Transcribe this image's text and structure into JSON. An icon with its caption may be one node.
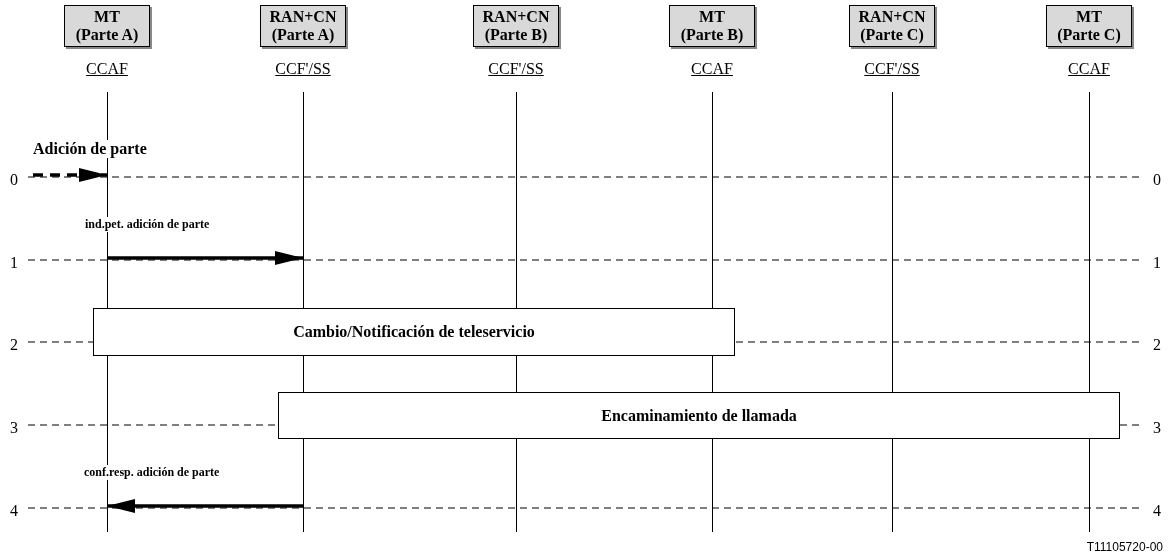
{
  "diagram": {
    "nodes": [
      {
        "text": [
          "MT (Parte A)"
        ],
        "beside": [
          "CCAF"
        ]
      },
      {
        "text": [
          "RAN+CN (Parte A)"
        ],
        "beside": [
          "CCF'/SS"
        ]
      },
      {
        "text": [
          "RAN+CN (Parte B)"
        ],
        "beside": [
          "CCF'/SS"
        ]
      },
      {
        "text": [
          "MT (Parte B)"
        ],
        "beside": [
          "CCAF"
        ]
      },
      {
        "text": [
          "RAN+CN (Parte C)"
        ],
        "beside": [
          "CCF'/SS"
        ]
      },
      {
        "text": [
          "MT (Parte C)"
        ],
        "beside": [
          "CCAF"
        ]
      },
      {
        "text": [],
        "shape": "line"
      },
      {
        "text": [],
        "shape": "line"
      },
      {
        "text": [],
        "shape": "line"
      },
      {
        "text": [],
        "shape": "line"
      },
      {
        "text": [],
        "shape": "line"
      },
      {
        "text": [],
        "shape": "line"
      },
      {
        "text": [
          "Cambio/Notificación de teleservicio"
        ]
      },
      {
        "text": [
          "Encaminamiento de llamada"
        ]
      }
    ],
    "edges": [
      {
        "from": null,
        "to": 6,
        "arrow": "to",
        "label": "Adición de parte",
        "style": "dashed"
      },
      {
        "from": 6,
        "to": 7,
        "arrow": "to",
        "label": "ind.pet. adición de parte"
      },
      {
        "from": 7,
        "to": 6,
        "arrow": "to",
        "label": "conf.resp. adición de parte"
      }
    ],
    "labels": [
      "0",
      "0",
      "1",
      "1",
      "2",
      "2",
      "3",
      "3",
      "4",
      "4",
      "T11105720-00"
    ]
  }
}
